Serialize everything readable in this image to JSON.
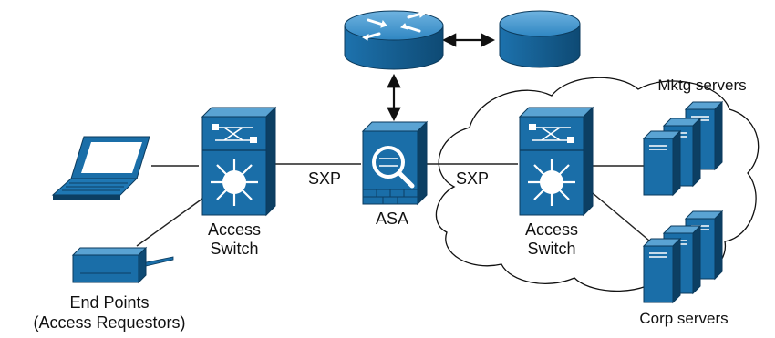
{
  "nodes": {
    "router": {
      "icon": "router-icon"
    },
    "database": {
      "icon": "database-icon"
    },
    "asa": {
      "icon": "asa-firewall-icon",
      "label": "ASA"
    },
    "left_switch": {
      "icon": "multilayer-switch-icon",
      "label_line1": "Access",
      "label_line2": "Switch"
    },
    "right_switch": {
      "icon": "multilayer-switch-icon",
      "label_line1": "Access",
      "label_line2": "Switch"
    },
    "laptop": {
      "icon": "laptop-icon"
    },
    "printer": {
      "icon": "printer-icon"
    },
    "mktg_servers": {
      "icon": "server-tower-icon",
      "label": "Mktg servers"
    },
    "corp_servers": {
      "icon": "server-tower-icon",
      "label": "Corp servers"
    }
  },
  "links": {
    "sxp_left": "SXP",
    "sxp_right": "SXP"
  },
  "endpoints": {
    "label_line1": "End Points",
    "label_line2": "(Access Requestors)"
  },
  "colors": {
    "device_blue": "#1a6ea8",
    "device_dark": "#0c3f63",
    "device_light": "#5aa3d3",
    "link": "#222222"
  }
}
